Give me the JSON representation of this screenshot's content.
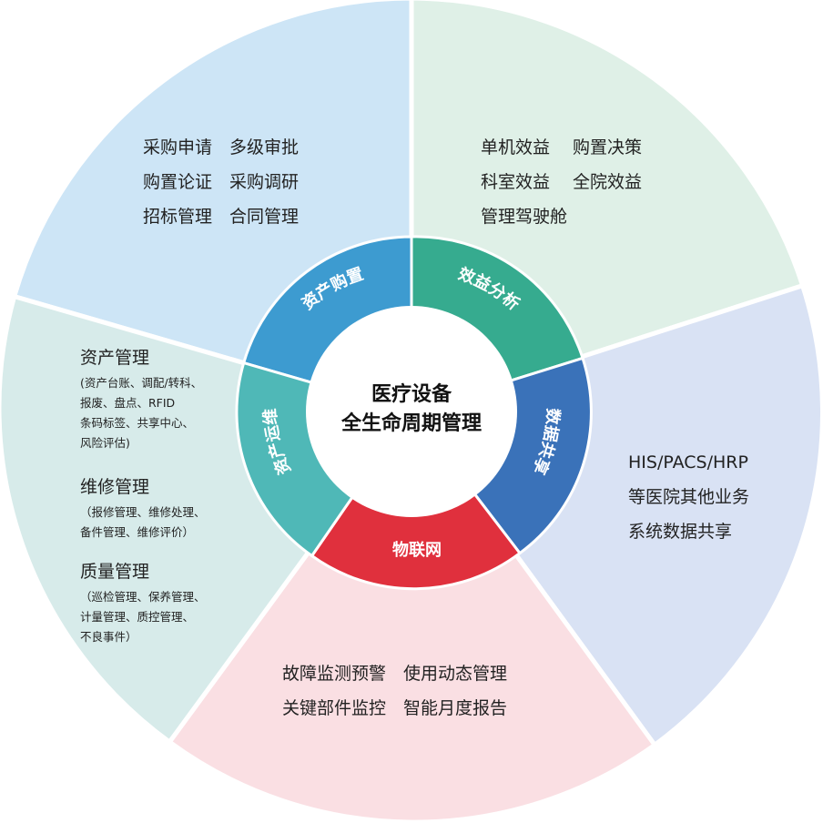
{
  "center": {
    "line1": "医疗设备",
    "line2": "全生命周期管理"
  },
  "colors": {
    "purchase_bg": "#cde5f6",
    "analysis_bg": "#dff0e7",
    "share_bg": "#d9e2f4",
    "iot_bg": "#fadfe3",
    "ops_bg": "#d7ebea",
    "purchase_ring": "#3d9bd0",
    "analysis_ring": "#36ab8f",
    "share_ring": "#3a72b9",
    "iot_ring": "#e0303d",
    "ops_ring": "#4fb8b7"
  },
  "segments": {
    "purchase": {
      "label": "资产购置",
      "lines": [
        "采购申请　多级审批",
        "购置论证　采购调研",
        "招标管理　合同管理"
      ]
    },
    "analysis": {
      "label": "效益分析",
      "lines": [
        "单机效益　 购置决策",
        "科室效益　 全院效益",
        "管理驾驶舱"
      ]
    },
    "share": {
      "label": "数据共享",
      "lines": [
        "HIS/PACS/HRP",
        "等医院其他业务",
        "系统数据共享"
      ]
    },
    "iot": {
      "label": "物联网",
      "lines": [
        "故障监测预警　使用动态管理",
        "关键部件监控　智能月度报告"
      ]
    },
    "ops": {
      "label": "资产运维",
      "asset_title": "资产管理",
      "asset_lines": [
        "(资产台账、调配/转科、",
        "报废、盘点、RFID",
        "条码标签、共享中心、",
        "风险评估)"
      ],
      "repair_title": "维修管理",
      "repair_lines": [
        "（报修管理、维修处理、",
        "备件管理、维修评价）"
      ],
      "quality_title": "质量管理",
      "quality_lines": [
        "（巡检管理、保养管理、",
        "计量管理、质控管理、",
        "不良事件）"
      ]
    }
  }
}
